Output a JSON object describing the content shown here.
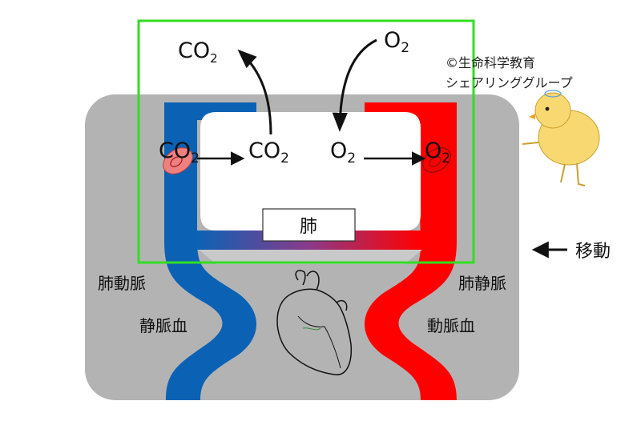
{
  "labels": {
    "co2_top": "CO",
    "o2_top": "O",
    "co2_left": "CO",
    "co2_mid": "CO",
    "o2_mid": "O",
    "o2_right": "O",
    "subscript_two": "2",
    "lung": "肺",
    "pulmonary_artery": "肺動脈",
    "pulmonary_vein": "肺静脈",
    "venous_blood": "静脈血",
    "arterial_blood": "動脈血",
    "move": "移動"
  },
  "credit": {
    "line1": "©生命科学教育",
    "line2": "シェアリンググループ"
  },
  "colors": {
    "frame_gray": "#b3b3b3",
    "vein_blue": "#0b62b5",
    "artery_red": "#ff0000",
    "highlight_green": "#33dd22",
    "rbc_pink": "#f08080"
  },
  "icons": {
    "heart": "heart-outline-icon",
    "chick": "chick-mascot-icon",
    "red_blood_cell": "red-blood-cell-icon"
  }
}
